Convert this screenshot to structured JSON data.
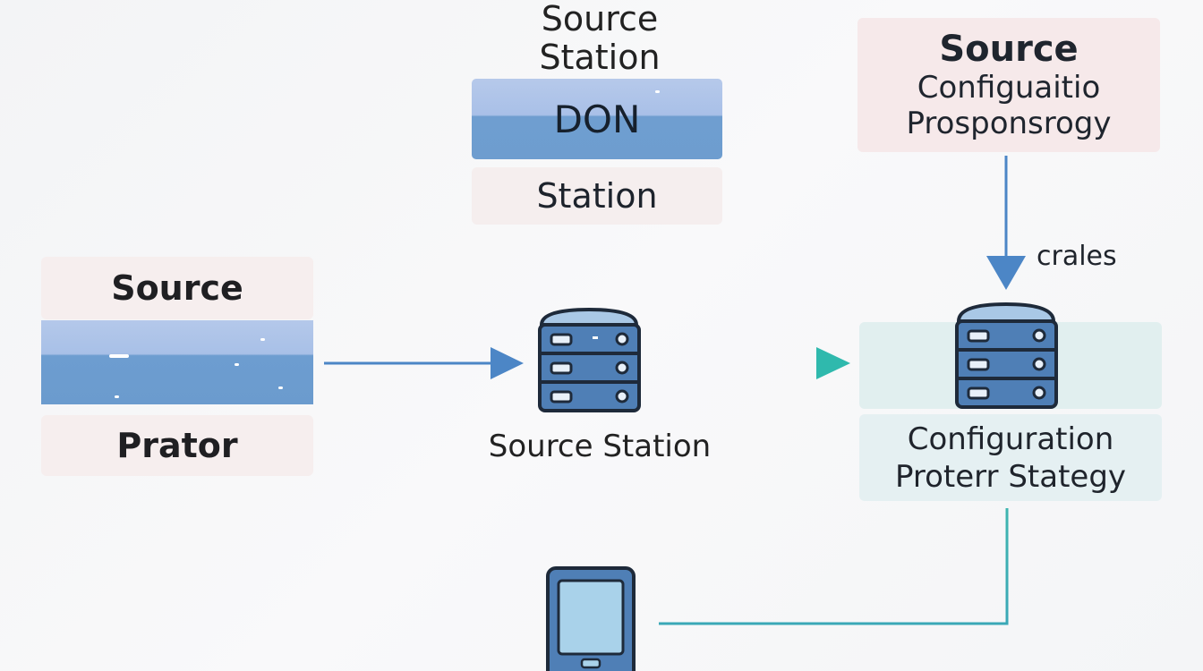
{
  "nodes": {
    "top_center": {
      "title_line1": "Source",
      "title_line2": "Station",
      "band_label": "DON",
      "subtitle": "Station"
    },
    "top_right": {
      "line1": "Source",
      "line2": "Configuaitio",
      "line3": "Prosponsrogy"
    },
    "left": {
      "header": "Source",
      "footer": "Prator"
    },
    "middle_server": {
      "caption": "Source Station"
    },
    "right_server": {
      "line1": "Configuration",
      "line2": "Proterr Stategy"
    }
  },
  "edges": {
    "down_label": "crales"
  },
  "icons": [
    "server-icon",
    "server-icon",
    "tablet-icon"
  ],
  "colors": {
    "blue_arrow": "#4c86c6",
    "teal_arrow": "#37b8b0",
    "server_fill": "#4f7fb6",
    "server_dark": "#1e2a3a",
    "band_blue": "#6e9dcf",
    "pink_box": "#f6eeee",
    "teal_box": "#e1efef"
  }
}
